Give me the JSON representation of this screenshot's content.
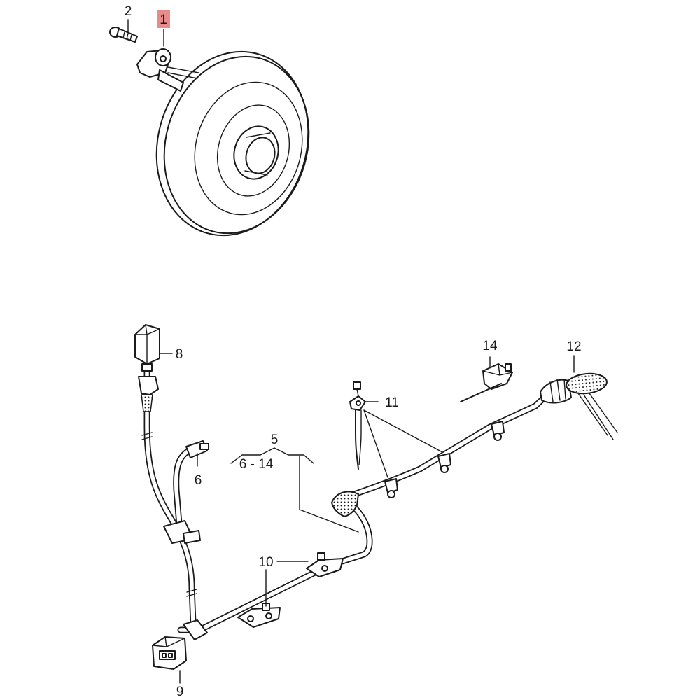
{
  "callouts": {
    "c1": "1",
    "c2": "2",
    "c5": "5",
    "c5_range": "6 - 14",
    "c6": "6",
    "c8": "8",
    "c9": "9",
    "c10": "10",
    "c11": "11",
    "c12": "12",
    "c14": "14"
  },
  "colors": {
    "line": "#1a1a1a",
    "highlight": "#e88b8b",
    "background": "#ffffff"
  }
}
